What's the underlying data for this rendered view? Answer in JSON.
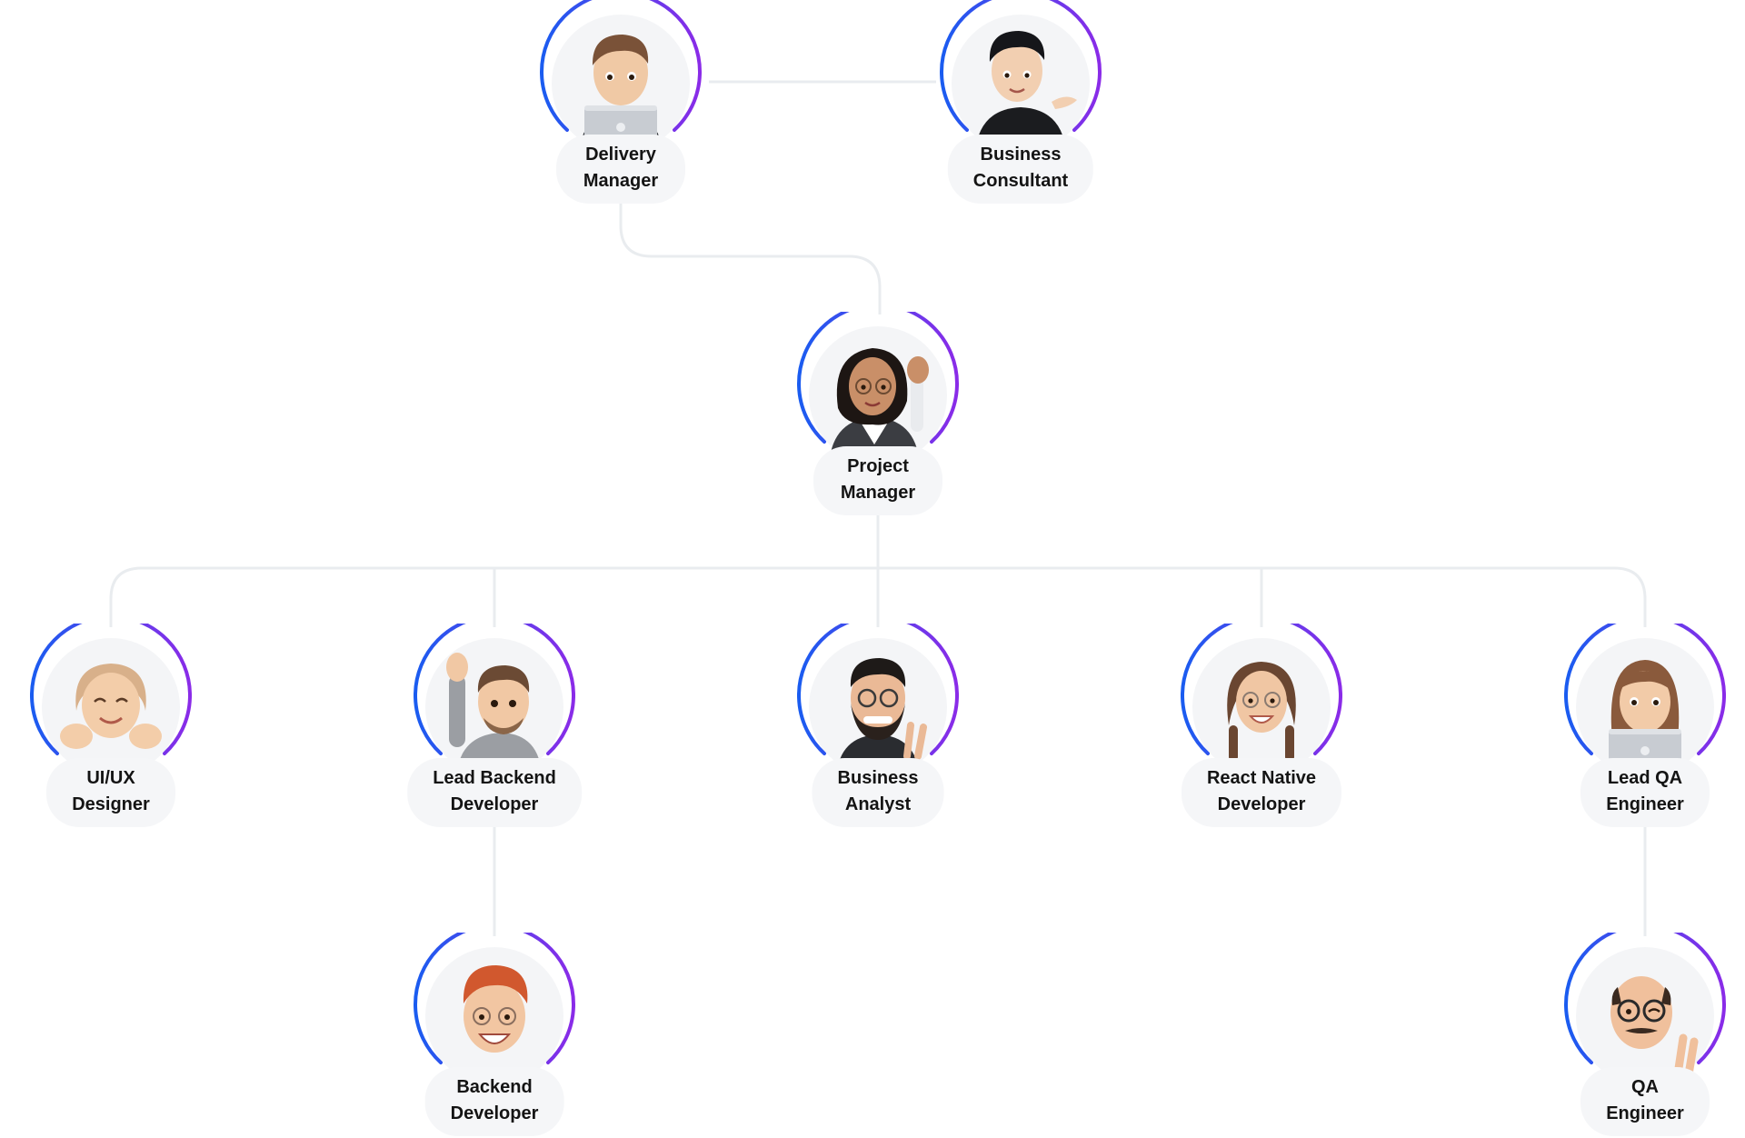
{
  "colors": {
    "ring_start": "#1a5cf0",
    "ring_end": "#8a2be8",
    "connector": "#e9ecef",
    "label_bg": "#f5f6f8",
    "avatar_bg": "#f4f5f7"
  },
  "nodes": [
    {
      "id": "delivery",
      "line1": "Delivery",
      "line2": "Manager",
      "icon": "memoji-laptop-man-icon"
    },
    {
      "id": "consultant",
      "line1": "Business",
      "line2": "Consultant",
      "icon": "memoji-presenting-man-icon"
    },
    {
      "id": "pm",
      "line1": "Project",
      "line2": "Manager",
      "icon": "memoji-waving-woman-icon"
    },
    {
      "id": "uiux",
      "line1": "UI/UX",
      "line2": "Designer",
      "icon": "memoji-smiling-woman-icon"
    },
    {
      "id": "leadbackend",
      "line1": "Lead Backend",
      "line2": "Developer",
      "icon": "memoji-raising-hand-man-icon"
    },
    {
      "id": "analyst",
      "line1": "Business",
      "line2": "Analyst",
      "icon": "memoji-peace-sign-man-icon"
    },
    {
      "id": "reactnative",
      "line1": "React Native",
      "line2": "Developer",
      "icon": "memoji-braided-woman-icon"
    },
    {
      "id": "leadqa",
      "line1": "Lead QA",
      "line2": "Engineer",
      "icon": "memoji-laptop-woman-icon"
    },
    {
      "id": "backend",
      "line1": "Backend",
      "line2": "Developer",
      "icon": "memoji-redhead-man-icon"
    },
    {
      "id": "qa",
      "line1": "QA",
      "line2": "Engineer",
      "icon": "memoji-winking-man-icon"
    }
  ]
}
